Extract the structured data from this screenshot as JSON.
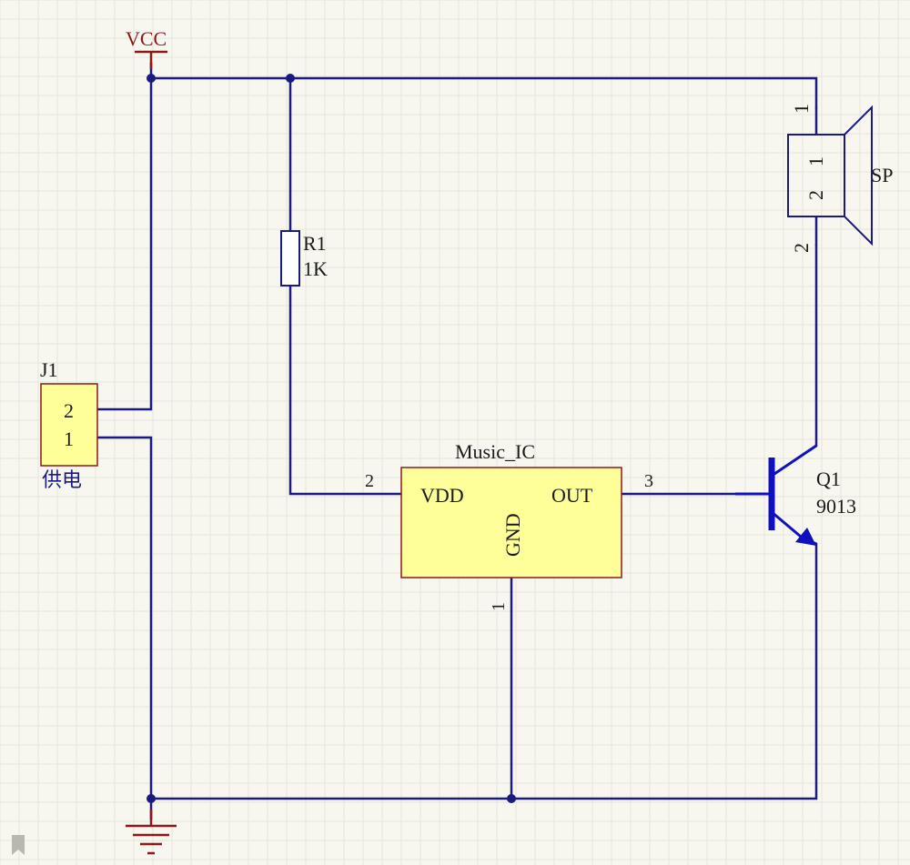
{
  "power": {
    "vcc_label": "VCC"
  },
  "connector": {
    "designator": "J1",
    "comment": "供电",
    "pin2": "2",
    "pin1": "1"
  },
  "resistor": {
    "designator": "R1",
    "value": "1K"
  },
  "speaker": {
    "designator": "SP",
    "pin_top": "1",
    "pin_bottom": "2",
    "body_pin1": "1",
    "body_pin2": "2"
  },
  "ic": {
    "name": "Music_IC",
    "vdd_label": "VDD",
    "out_label": "OUT",
    "gnd_label": "GND",
    "pin_vdd": "2",
    "pin_out": "3",
    "pin_gnd": "1"
  },
  "transistor": {
    "designator": "Q1",
    "part": "9013"
  },
  "colors": {
    "wire": "#1a1a80",
    "power": "#8a1a1a",
    "component_fill": "#ffff99",
    "transistor": "#1010c0"
  }
}
